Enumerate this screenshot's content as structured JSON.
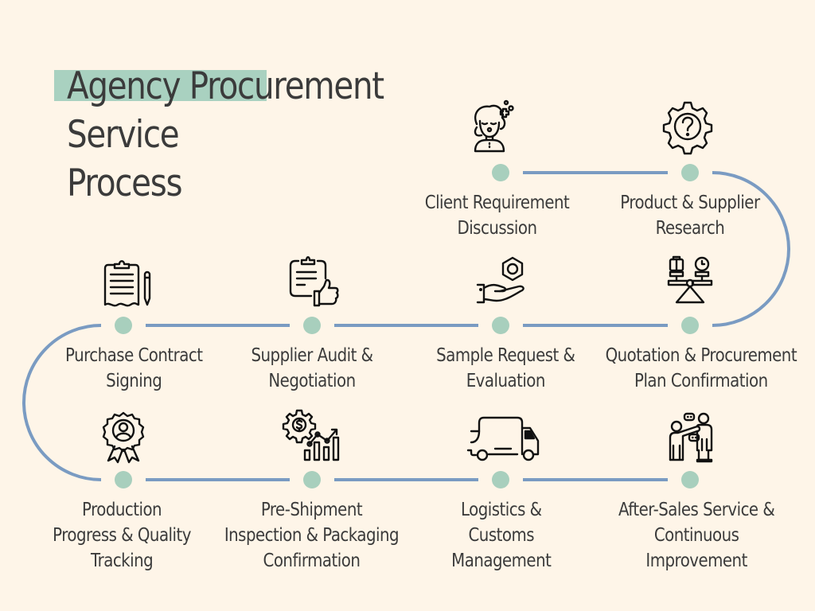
{
  "title": {
    "lines": [
      "Agency Procurement",
      "Service",
      "Process"
    ],
    "highlight_color": "#A9D1C0"
  },
  "colors": {
    "background": "#FEF5E8",
    "connector_line": "#7A9BC2",
    "node_dot": "#A8CFBD",
    "text": "#3B3B3B"
  },
  "steps": [
    {
      "order": 1,
      "label": "Client Requirement\nDiscussion",
      "icon": "woman-thinking-icon"
    },
    {
      "order": 2,
      "label": "Product & Supplier\nResearch",
      "icon": "gear-question-icon"
    },
    {
      "order": 3,
      "label": "Quotation & Procurement\nPlan Confirmation",
      "icon": "balance-scale-icon"
    },
    {
      "order": 4,
      "label": "Sample Request &\nEvaluation",
      "icon": "hand-hex-nut-icon"
    },
    {
      "order": 5,
      "label": "Supplier Audit &\nNegotiation",
      "icon": "clipboard-thumbs-up-icon"
    },
    {
      "order": 6,
      "label": "Purchase Contract\nSigning",
      "icon": "clipboard-pen-icon"
    },
    {
      "order": 7,
      "label": "Production\nProgress & Quality\nTracking",
      "icon": "award-badge-person-icon"
    },
    {
      "order": 8,
      "label": "Pre-Shipment\nInspection & Packaging\nConfirmation",
      "icon": "gear-dollar-chart-icon"
    },
    {
      "order": 9,
      "label": "Logistics &\nCustoms\nManagement",
      "icon": "delivery-truck-icon"
    },
    {
      "order": 10,
      "label": "After-Sales Service &\nContinuous\nImprovement",
      "icon": "people-conversation-icon"
    }
  ]
}
